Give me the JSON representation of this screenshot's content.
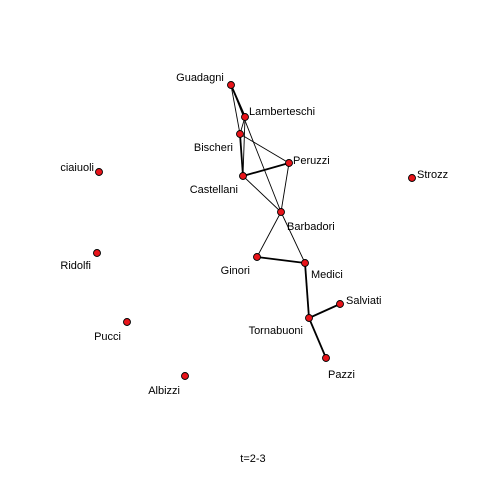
{
  "colors": {
    "background": "#ffffff",
    "node_fill": "#e8141a",
    "node_stroke": "#000000",
    "edge": "#000000"
  },
  "caption": "t=2-3",
  "nodes": [
    {
      "id": "guadagni",
      "label": "Guadagni"
    },
    {
      "id": "lamberteschi",
      "label": "Lamberteschi"
    },
    {
      "id": "bischeri",
      "label": "Bischeri"
    },
    {
      "id": "peruzzi",
      "label": "Peruzzi"
    },
    {
      "id": "castellani",
      "label": "Castellani"
    },
    {
      "id": "strozzi",
      "label": "Strozz"
    },
    {
      "id": "acciaiuoli",
      "label": "ciaiuoli"
    },
    {
      "id": "barbadori",
      "label": "Barbadori"
    },
    {
      "id": "ridolfi",
      "label": "Ridolfi"
    },
    {
      "id": "ginori",
      "label": "Ginori"
    },
    {
      "id": "medici",
      "label": "Medici"
    },
    {
      "id": "salviati",
      "label": "Salviati"
    },
    {
      "id": "tornabuoni",
      "label": "Tornabuoni"
    },
    {
      "id": "pucci",
      "label": "Pucci"
    },
    {
      "id": "pazzi",
      "label": "Pazzi"
    },
    {
      "id": "albizzi",
      "label": "Albizzi"
    }
  ],
  "edges": [
    {
      "from": "guadagni",
      "to": "lamberteschi",
      "weight": 2
    },
    {
      "from": "guadagni",
      "to": "bischeri",
      "weight": 1
    },
    {
      "from": "guadagni",
      "to": "barbadori",
      "weight": 1
    },
    {
      "from": "lamberteschi",
      "to": "bischeri",
      "weight": 1
    },
    {
      "from": "lamberteschi",
      "to": "castellani",
      "weight": 1
    },
    {
      "from": "bischeri",
      "to": "castellani",
      "weight": 2
    },
    {
      "from": "bischeri",
      "to": "peruzzi",
      "weight": 1
    },
    {
      "from": "castellani",
      "to": "peruzzi",
      "weight": 2
    },
    {
      "from": "castellani",
      "to": "barbadori",
      "weight": 1
    },
    {
      "from": "peruzzi",
      "to": "barbadori",
      "weight": 1
    },
    {
      "from": "barbadori",
      "to": "ginori",
      "weight": 1
    },
    {
      "from": "barbadori",
      "to": "medici",
      "weight": 1
    },
    {
      "from": "ginori",
      "to": "medici",
      "weight": 2
    },
    {
      "from": "medici",
      "to": "tornabuoni",
      "weight": 2
    },
    {
      "from": "tornabuoni",
      "to": "salviati",
      "weight": 2
    },
    {
      "from": "tornabuoni",
      "to": "pazzi",
      "weight": 2
    }
  ]
}
